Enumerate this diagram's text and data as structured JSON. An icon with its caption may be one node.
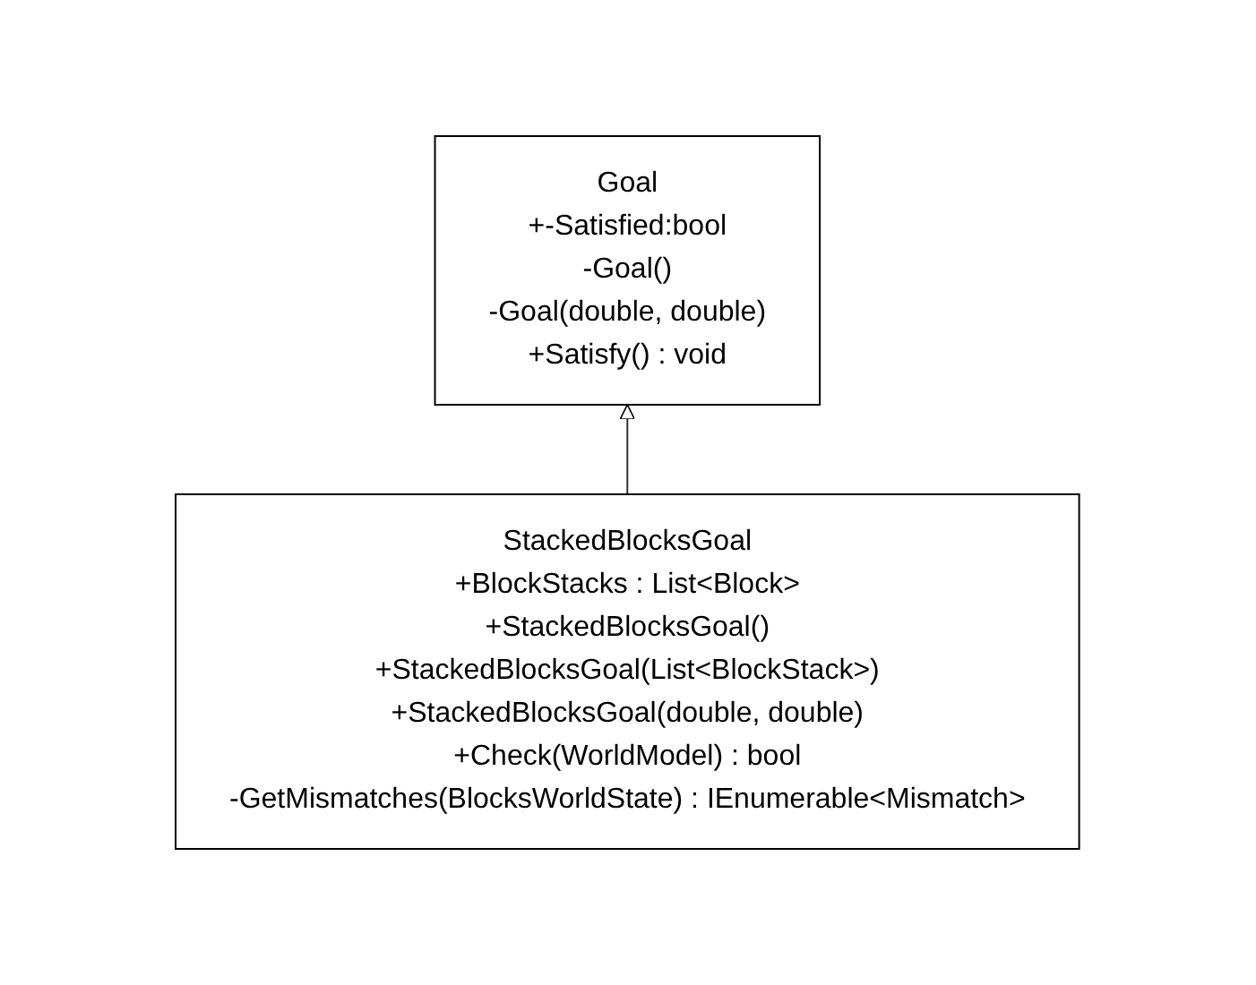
{
  "diagram": {
    "nodes": [
      {
        "text": [
          "Goal",
          "+-Satisfied:bool",
          "-Goal()",
          "-Goal(double, double)",
          "+Satisfy() : void"
        ]
      },
      {
        "text": [
          "StackedBlocksGoal",
          "+BlockStacks : List<Block>",
          "+StackedBlocksGoal()",
          "+StackedBlocksGoal(List<BlockStack>)",
          "+StackedBlocksGoal(double, double)",
          "+Check(WorldModel) : bool",
          "-GetMismatches(BlocksWorldState) : IEnumerable<Mismatch>"
        ]
      }
    ],
    "edges": [
      {
        "from": 1,
        "to": 0,
        "arrow": "to"
      }
    ]
  }
}
